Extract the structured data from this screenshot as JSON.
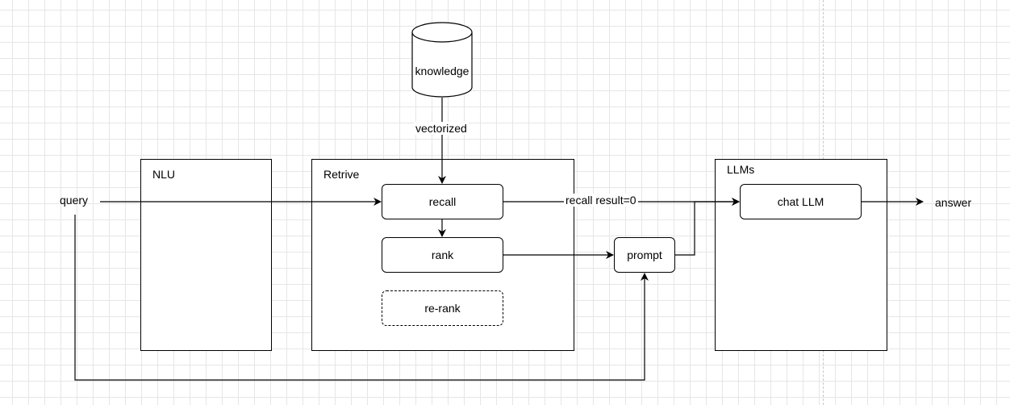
{
  "diagram": {
    "store": {
      "label": "knowledge"
    },
    "containers": {
      "nlu": {
        "title": "NLU"
      },
      "retrive": {
        "title": "Retrive"
      },
      "llms": {
        "title": "LLMs"
      }
    },
    "nodes": {
      "recall": "recall",
      "rank": "rank",
      "rerank": "re-rank",
      "prompt": "prompt",
      "chat_llm": "chat LLM"
    },
    "edge_labels": {
      "input": "query",
      "output": "answer",
      "vectorized": "vectorized",
      "recall_zero": "recall result=0"
    }
  }
}
